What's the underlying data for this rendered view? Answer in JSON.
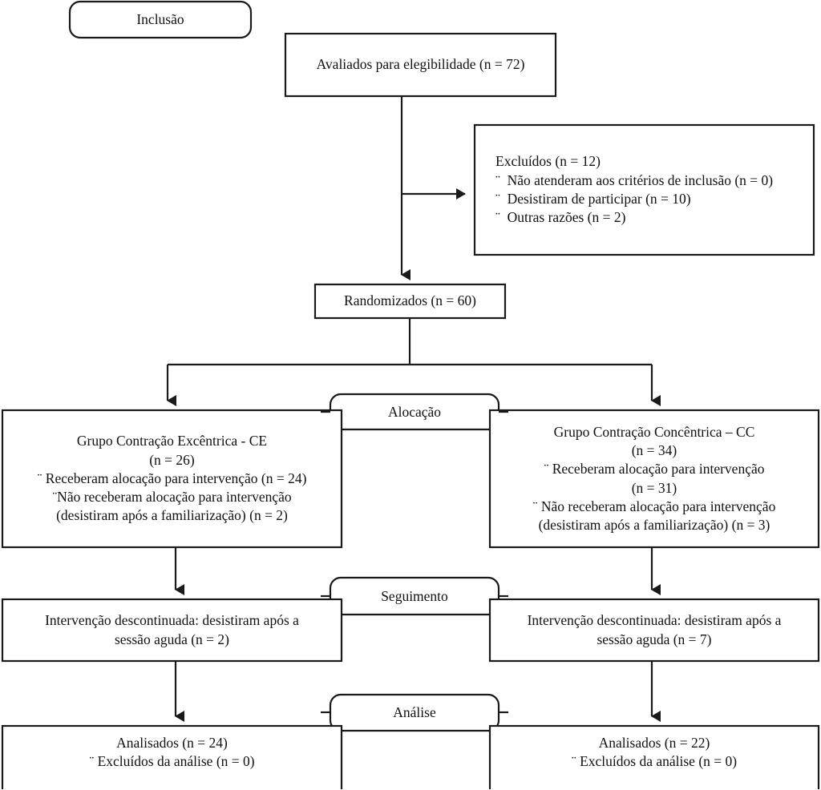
{
  "diagram": {
    "type": "consort-flow-diagram",
    "language": "pt-BR",
    "bullet_char": "¨",
    "colors": {
      "stroke": "#1a1a1a",
      "fill": "#ffffff",
      "text": "#111111"
    }
  },
  "stages": {
    "inclusion": "Inclusão",
    "allocation": "Alocação",
    "followup": "Seguimento",
    "analysis": "Análise"
  },
  "nodes": {
    "assessed": {
      "lines": [
        "Avaliados para elegibilidade (n = 72)"
      ]
    },
    "excluded": {
      "lines": [
        "Excluídos (n = 12)",
        "¨  Não atenderam aos critérios de inclusão (n = 0)",
        "¨  Desistiram de participar (n = 10)",
        "¨  Outras razões (n = 2)"
      ]
    },
    "randomized": {
      "lines": [
        "Randomizados (n = 60)"
      ]
    },
    "alloc_left": {
      "lines": [
        "Grupo Contração Excêntrica - CE",
        "(n = 26)",
        "¨ Receberam alocação para intervenção (n = 24)",
        "¨Não receberam alocação para intervenção",
        "(desistiram após a familiarização) (n = 2)"
      ]
    },
    "alloc_right": {
      "lines": [
        "Grupo Contração Concêntrica – CC",
        "(n = 34)",
        "¨ Receberam alocação para intervenção",
        "(n = 31)",
        "¨ Não receberam alocação para intervenção",
        "(desistiram após a familiarização) (n = 3)"
      ]
    },
    "followup_left": {
      "lines": [
        "Intervenção descontinuada: desistiram após a",
        "sessão aguda (n = 2)"
      ]
    },
    "followup_right": {
      "lines": [
        "Intervenção descontinuada: desistiram após a",
        "sessão aguda (n = 7)"
      ]
    },
    "analysis_left": {
      "lines": [
        "Analisados (n = 24)",
        "¨ Excluídos da análise (n = 0)"
      ]
    },
    "analysis_right": {
      "lines": [
        "Analisados (n = 22)",
        "¨ Excluídos da análise (n = 0)"
      ]
    }
  }
}
